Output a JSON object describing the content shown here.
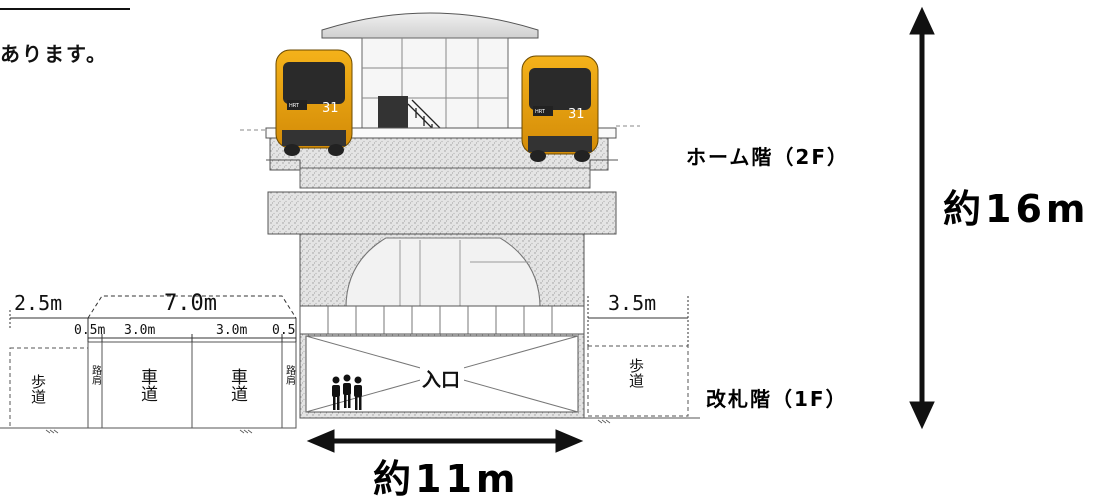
{
  "intro_text": "あります。",
  "floors": {
    "platform": "ホーム階（2F）",
    "concourse": "改札階（1F）"
  },
  "dimensions": {
    "height": "約16m",
    "station_width": "約11m",
    "left_sidewalk": "2.5m",
    "road_total": "7.0m",
    "right_sidewalk": "3.5m",
    "shoulder_left": "0.5m",
    "lane_1": "3.0m",
    "lane_2": "3.0m",
    "shoulder_right": "0.5"
  },
  "zones": {
    "sidewalk_left": "歩道",
    "shoulder_left": "路肩",
    "lane_1": "車道",
    "lane_2": "車道",
    "shoulder_right": "路肩",
    "entrance": "入口",
    "sidewalk_right": "歩道"
  },
  "train": {
    "number": "31",
    "brand": "HRT"
  }
}
